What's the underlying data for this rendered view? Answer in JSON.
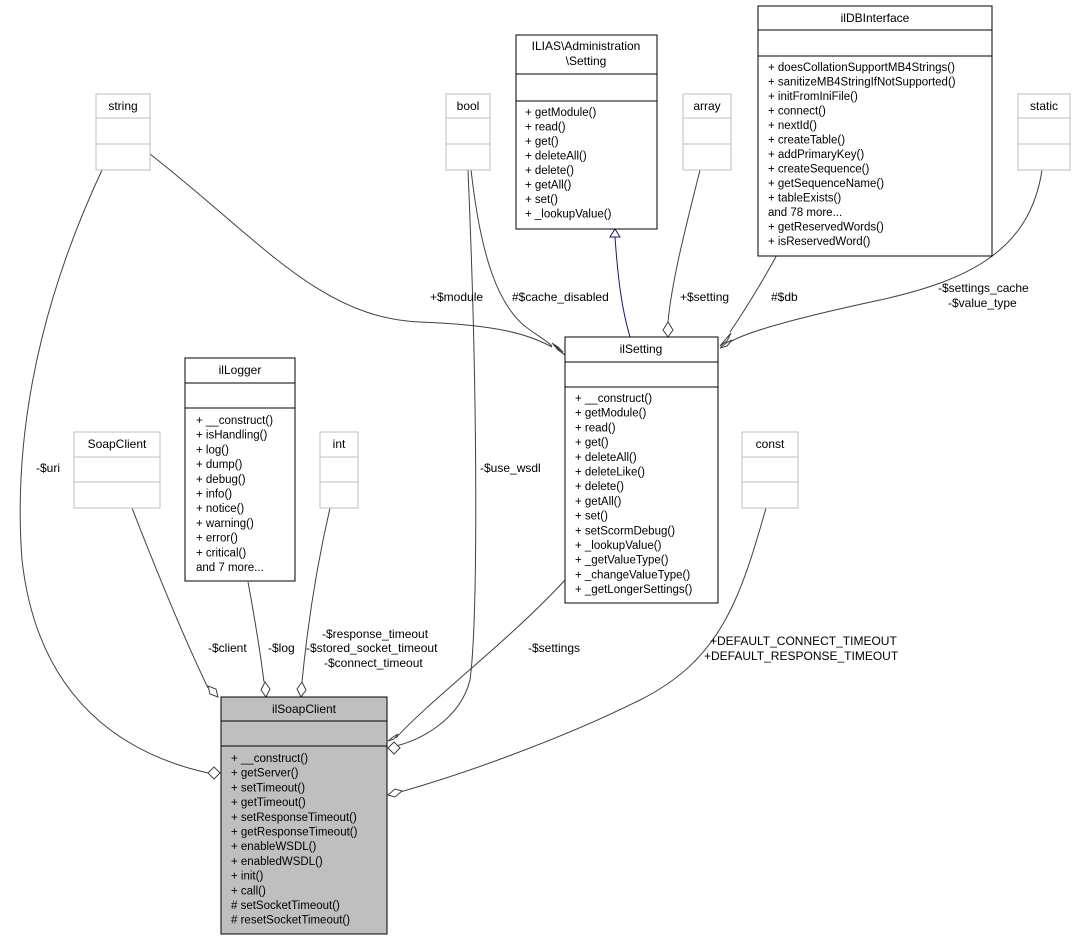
{
  "colors": {
    "focus_fill": "#bfbfbf",
    "class_border": "#000000",
    "builtin_border": "#bfbfbf",
    "edge": "#404040",
    "inheritance_edge": "#191970"
  },
  "classes": {
    "ilSoapClient": {
      "name": "ilSoapClient",
      "members": [
        "+ __construct()",
        "+ getServer()",
        "+ setTimeout()",
        "+ getTimeout()",
        "+ setResponseTimeout()",
        "+ getResponseTimeout()",
        "+ enableWSDL()",
        "+ enabledWSDL()",
        "+ init()",
        "+ call()",
        "# setSocketTimeout()",
        "# resetSocketTimeout()"
      ]
    },
    "ilSetting": {
      "name": "ilSetting",
      "members": [
        "+ __construct()",
        "+ getModule()",
        "+ read()",
        "+ get()",
        "+ deleteAll()",
        "+ deleteLike()",
        "+ delete()",
        "+ getAll()",
        "+ set()",
        "+ setScormDebug()",
        "+ _lookupValue()",
        "+ _getValueType()",
        "+ _changeValueType()",
        "+ _getLongerSettings()"
      ]
    },
    "ilLogger": {
      "name": "ilLogger",
      "members": [
        "+ __construct()",
        "+ isHandling()",
        "+ log()",
        "+ dump()",
        "+ debug()",
        "+ info()",
        "+ notice()",
        "+ warning()",
        "+ error()",
        "+ critical()",
        "and 7 more..."
      ]
    },
    "adminSetting": {
      "name_line1": "ILIAS\\Administration",
      "name_line2": "\\Setting",
      "members": [
        "+ getModule()",
        "+ read()",
        "+ get()",
        "+ deleteAll()",
        "+ delete()",
        "+ getAll()",
        "+ set()",
        "+ _lookupValue()"
      ]
    },
    "ilDBInterface": {
      "name": "ilDBInterface",
      "members": [
        "+ doesCollationSupportMB4Strings()",
        "+ sanitizeMB4StringIfNotSupported()",
        "+ initFromIniFile()",
        "+ connect()",
        "+ nextId()",
        "+ createTable()",
        "+ addPrimaryKey()",
        "+ createSequence()",
        "+ getSequenceName()",
        "+ tableExists()",
        "and 78 more...",
        "+ getReservedWords()",
        "+ isReservedWord()"
      ]
    },
    "string": {
      "name": "string"
    },
    "bool": {
      "name": "bool"
    },
    "array": {
      "name": "array"
    },
    "static": {
      "name": "static"
    },
    "SoapClient": {
      "name": "SoapClient"
    },
    "int": {
      "name": "int"
    },
    "const": {
      "name": "const"
    }
  },
  "edges": {
    "module": "+$module",
    "cache_disabled": "#$cache_disabled",
    "setting": "+$setting",
    "db": "#$db",
    "settings_cache": "-$settings_cache",
    "value_type": "-$value_type",
    "uri": "-$uri",
    "use_wsdl": "-$use_wsdl",
    "client": "-$client",
    "log": "-$log",
    "response_timeout": "-$response_timeout",
    "stored_socket_timeout": "-$stored_socket_timeout",
    "connect_timeout": "-$connect_timeout",
    "settings": "-$settings",
    "default_connect_timeout": "+DEFAULT_CONNECT_TIMEOUT",
    "default_response_timeout": "+DEFAULT_RESPONSE_TIMEOUT"
  }
}
